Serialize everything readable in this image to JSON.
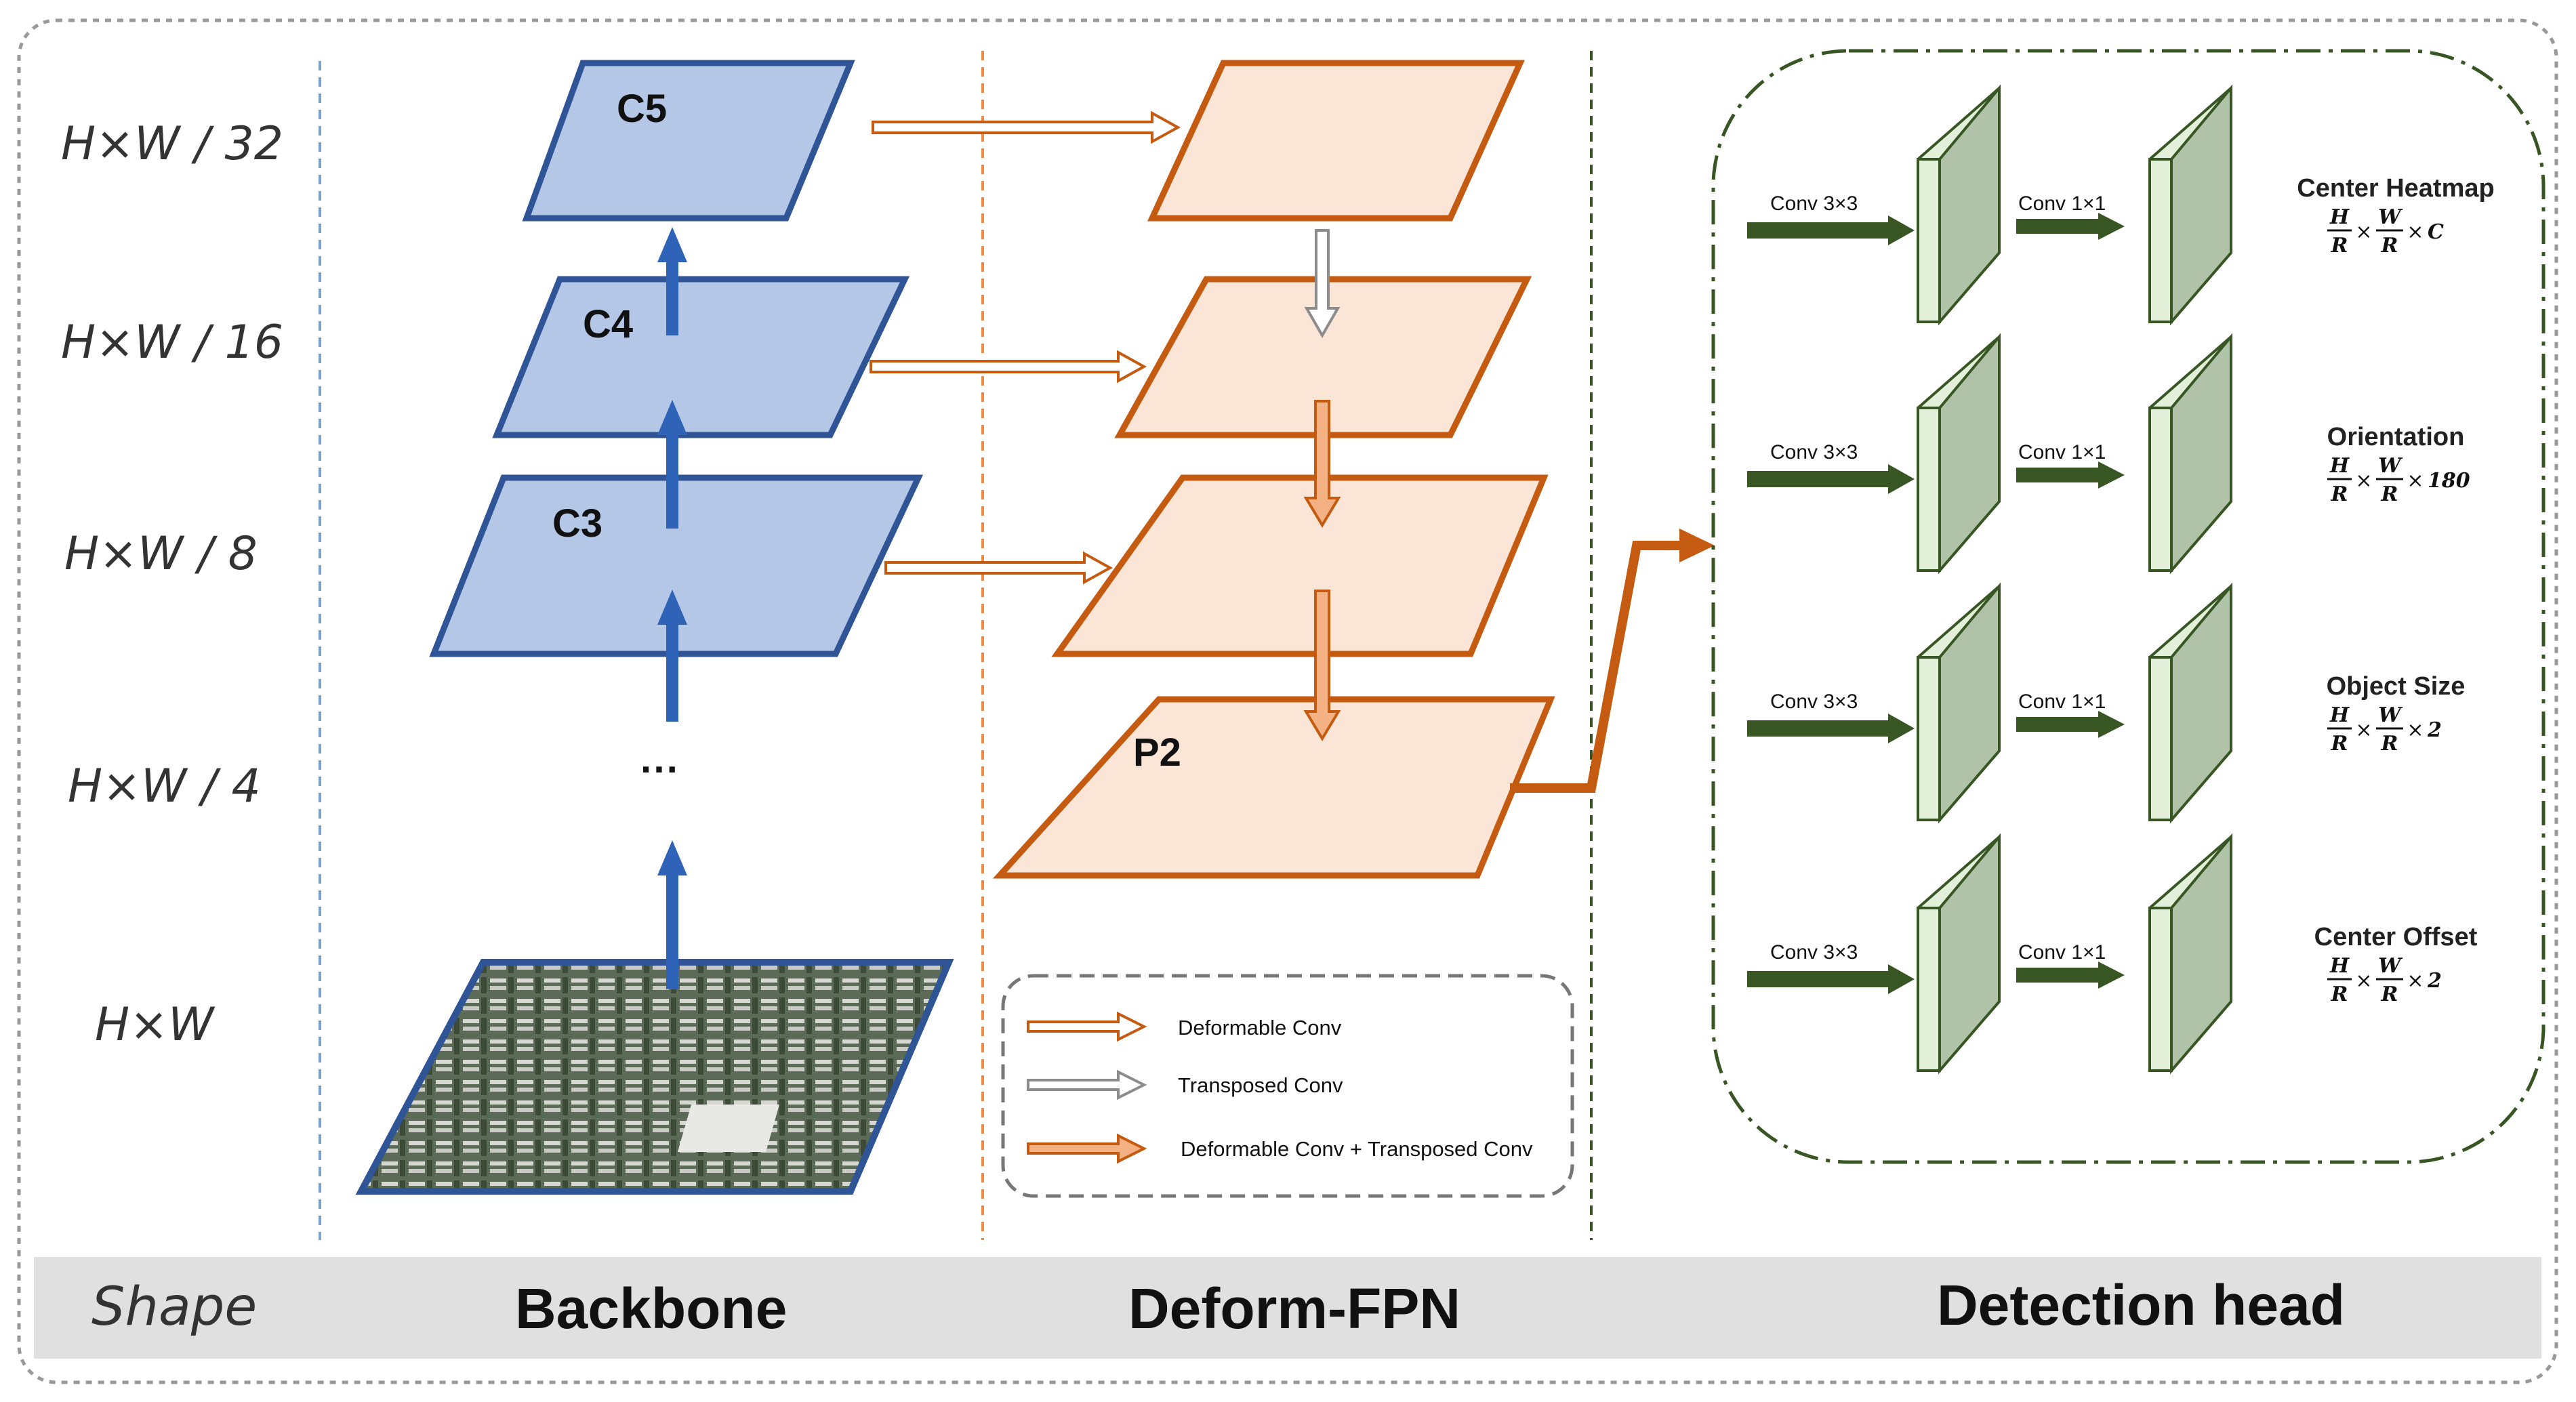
{
  "shape_labels": [
    "H×W / 32",
    "H×W / 16",
    "H×W / 8",
    "H×W / 4",
    "H×W"
  ],
  "footer": {
    "shape": "Shape",
    "backbone": "Backbone",
    "fpn": "Deform-FPN",
    "head": "Detection head"
  },
  "backbone": {
    "levels": [
      "C5",
      "C4",
      "C3"
    ],
    "ellipsis": "···"
  },
  "fpn": {
    "output_label": "P2"
  },
  "legend": {
    "deformable": "Deformable Conv",
    "transposed": "Transposed Conv",
    "combined": "Deformable Conv + Transposed Conv"
  },
  "head": {
    "conv_a": "Conv 3×3",
    "conv_b": "Conv 1×1",
    "frac_h": "H",
    "frac_w": "W",
    "frac_r": "R",
    "times": "×",
    "outputs": [
      {
        "title": "Center Heatmap",
        "channels": "C"
      },
      {
        "title": "Orientation",
        "channels": "180"
      },
      {
        "title": "Object Size",
        "channels": "2"
      },
      {
        "title": "Center Offset",
        "channels": "2"
      }
    ]
  },
  "colors": {
    "backbone_fill": "#B4C7E7",
    "backbone_stroke": "#2F5597",
    "fpn_fill": "#FBE5D6",
    "fpn_stroke": "#C55A11",
    "head_green": "#375623",
    "block_light": "#E2F0D9",
    "block_front": "#B0C2A8",
    "footer_bar": "#E0E0E0"
  }
}
